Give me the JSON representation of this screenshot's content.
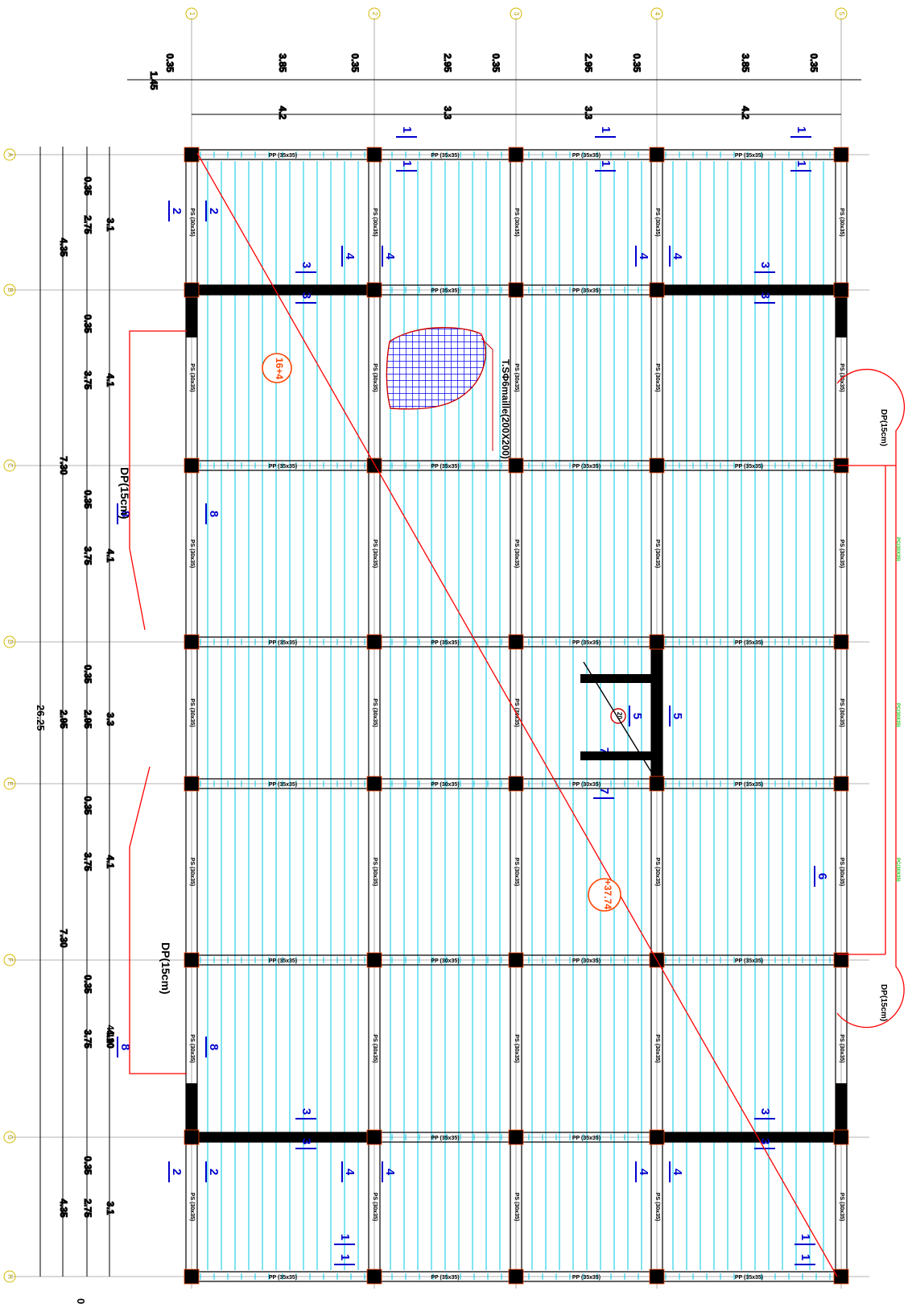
{
  "axes": {
    "vertical": [
      "1",
      "2",
      "3",
      "4",
      "5"
    ],
    "horizontal": [
      "A",
      "B",
      "C",
      "D",
      "E",
      "F",
      "G",
      "H"
    ]
  },
  "dimensions": {
    "top_row1": [
      "0.35",
      "1.45",
      "3.85",
      "0.35",
      "2.95",
      "0.35",
      "2.95",
      "0.35",
      "3.85",
      "0.35"
    ],
    "top_row2": [
      "4.2",
      "3.3",
      "3.3",
      "4.2"
    ],
    "left_inner": [
      "0.35",
      "2.75",
      "0.35",
      "3.75",
      "0.35",
      "3.75",
      "0.35",
      "2.95",
      "0.35",
      "3.75",
      "0.35",
      "3.75",
      "0.35",
      "2.75"
    ],
    "left_mid": [
      "3.1",
      "4.1",
      "4.1",
      "3.3",
      "4.1",
      "4.10",
      "3.1"
    ],
    "left_outer": [
      "4.35",
      "7.30",
      "2.95",
      "7.30",
      "4.35"
    ],
    "total": "26.25",
    "bottom_left": "0"
  },
  "labels": {
    "beam_pp": "PP (35x35)",
    "beam_pp_alt": "PP (30x35)",
    "beam_ps": "PS (30x35)",
    "dp_left_1": "DP(15cm)",
    "dp_left_2": "DP(15cm)",
    "dp_right_1": "DP(15cm)",
    "dp_right_2": "DP(15cm)",
    "mesh_note": "T.SΦ6maille(200X200)",
    "elev_1": "16+4",
    "elev_2": "+37.74",
    "stair_circle": "20",
    "green_1": "PC(30X35)",
    "green_2": "PC(30X35)",
    "green_3": "PC(30X35)"
  },
  "sections": {
    "s1": "1",
    "s2": "2",
    "s3": "3",
    "s4": "4",
    "s5": "5",
    "s6": "6",
    "s7": "7",
    "s8": "8",
    "s410": "4.10"
  },
  "colors": {
    "lines": "#000000",
    "slab_joists": "#00c8e6",
    "red": "#ff0000",
    "orange": "#ff4400",
    "blue": "#0000cc",
    "green": "#22cc22",
    "axis": "#d4b800"
  }
}
